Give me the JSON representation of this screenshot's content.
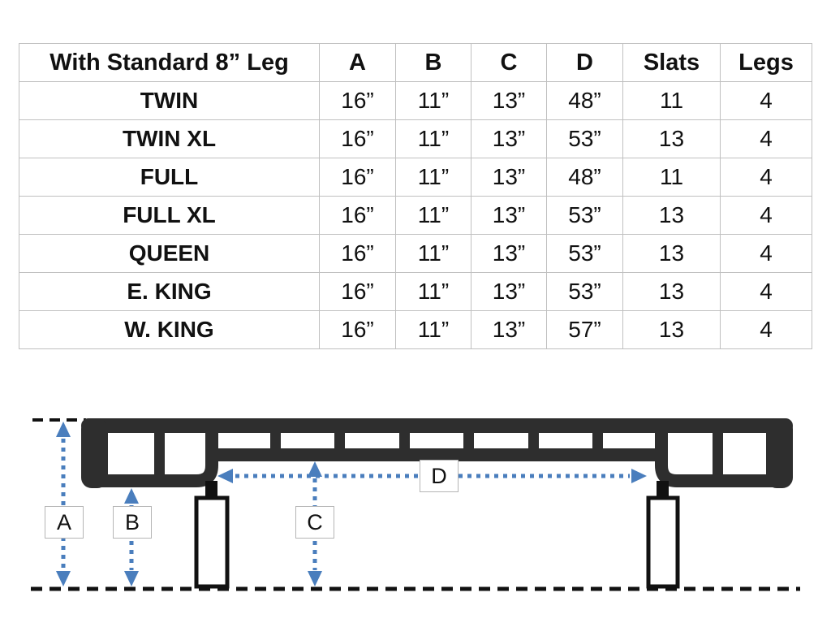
{
  "table": {
    "headers": [
      "With Standard 8” Leg",
      "A",
      "B",
      "C",
      "D",
      "Slats",
      "Legs"
    ],
    "rows": [
      {
        "name": "TWIN",
        "a": "16”",
        "b": "11”",
        "c": "13”",
        "d": "48”",
        "slats": "11",
        "legs": "4"
      },
      {
        "name": "TWIN XL",
        "a": "16”",
        "b": "11”",
        "c": "13”",
        "d": "53”",
        "slats": "13",
        "legs": "4"
      },
      {
        "name": "FULL",
        "a": "16”",
        "b": "11”",
        "c": "13”",
        "d": "48”",
        "slats": "11",
        "legs": "4"
      },
      {
        "name": "FULL XL",
        "a": "16”",
        "b": "11”",
        "c": "13”",
        "d": "53”",
        "slats": "13",
        "legs": "4"
      },
      {
        "name": "QUEEN",
        "a": "16”",
        "b": "11”",
        "c": "13”",
        "d": "53”",
        "slats": "13",
        "legs": "4"
      },
      {
        "name": "E. KING",
        "a": "16”",
        "b": "11”",
        "c": "13”",
        "d": "53”",
        "slats": "13",
        "legs": "4"
      },
      {
        "name": "W. KING",
        "a": "16”",
        "b": "11”",
        "c": "13”",
        "d": "57”",
        "slats": "13",
        "legs": "4"
      }
    ]
  },
  "diagram": {
    "labels": {
      "a": "A",
      "b": "B",
      "c": "C",
      "d": "D"
    }
  },
  "colors": {
    "arrow_blue": "#4a7ebd",
    "frame_dark": "#2e2e2e",
    "outline_black": "#111111",
    "leg_fill": "#ffffff",
    "table_border": "#c0c0c0"
  }
}
